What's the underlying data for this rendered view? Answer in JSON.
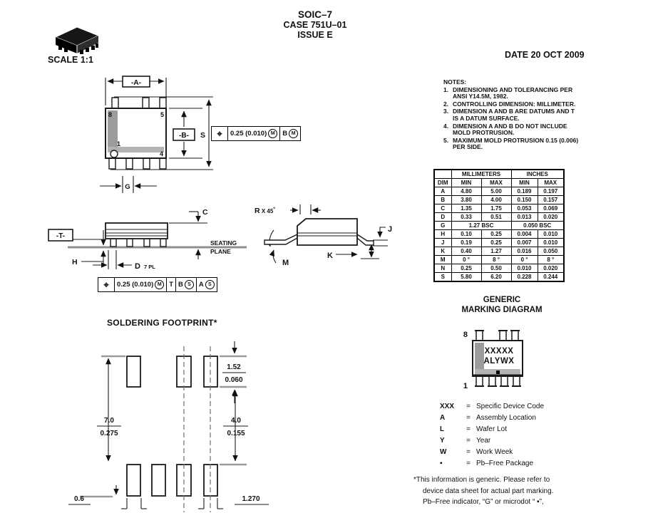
{
  "header": {
    "part": "SOIC–7",
    "case": "CASE 751U–01",
    "issue": "ISSUE E",
    "date": "DATE 20 OCT 2009",
    "scale": "SCALE 1:1"
  },
  "notes": {
    "label": "NOTES:",
    "nums": [
      "1.",
      "2.",
      "3.",
      "4.",
      "5."
    ],
    "items": [
      "DIMENSIONING AND TOLERANCING PER\nANSI Y14.5M, 1982.",
      "CONTROLLING DIMENSION: MILLIMETER.",
      "DIMENSION A AND B ARE DATUMS AND T\nIS A DATUM SURFACE.",
      "DIMENSION A AND B DO NOT INCLUDE\nMOLD PROTRUSION.",
      "MAXIMUM MOLD PROTRUSION 0.15 (0.006)\nPER SIDE."
    ]
  },
  "dim_table": {
    "group_headers": [
      "MILLIMETERS",
      "INCHES"
    ],
    "col_headers": [
      "DIM",
      "MIN",
      "MAX",
      "MIN",
      "MAX"
    ],
    "rows": [
      {
        "d": "A",
        "mm1": "4.80",
        "mm2": "5.00",
        "in1": "0.189",
        "in2": "0.197"
      },
      {
        "d": "B",
        "mm1": "3.80",
        "mm2": "4.00",
        "in1": "0.150",
        "in2": "0.157"
      },
      {
        "d": "C",
        "mm1": "1.35",
        "mm2": "1.75",
        "in1": "0.053",
        "in2": "0.069"
      },
      {
        "d": "D",
        "mm1": "0.33",
        "mm2": "0.51",
        "in1": "0.013",
        "in2": "0.020"
      },
      {
        "d": "G",
        "mm": "1.27 BSC",
        "in": "0.050 BSC"
      },
      {
        "d": "H",
        "mm1": "0.10",
        "mm2": "0.25",
        "in1": "0.004",
        "in2": "0.010"
      },
      {
        "d": "J",
        "mm1": "0.19",
        "mm2": "0.25",
        "in1": "0.007",
        "in2": "0.010"
      },
      {
        "d": "K",
        "mm1": "0.40",
        "mm2": "1.27",
        "in1": "0.016",
        "in2": "0.050"
      },
      {
        "d": "M",
        "mm1": "0 °",
        "mm2": "8 °",
        "in1": "0 °",
        "in2": "8 °"
      },
      {
        "d": "N",
        "mm1": "0.25",
        "mm2": "0.50",
        "in1": "0.010",
        "in2": "0.020"
      },
      {
        "d": "S",
        "mm1": "5.80",
        "mm2": "6.20",
        "in1": "0.228",
        "in2": "0.244"
      }
    ]
  },
  "top_view": {
    "a": "-A-",
    "b": "-B-",
    "s": "S",
    "g": "G",
    "pins": {
      "p8": "8",
      "p5": "5",
      "p1": "1",
      "p4": "4"
    }
  },
  "fcf1": {
    "sym": "⌖",
    "tol": "0.25 (0.010)",
    "m1": "M",
    "d1": "B",
    "m2": "M"
  },
  "fcf2": {
    "sym": "⌖",
    "tol": "0.25 (0.010)",
    "m1": "M",
    "d1": "T",
    "d2": "B",
    "s1": "S",
    "d3": "A",
    "s2": "S"
  },
  "side_view": {
    "c": "C",
    "h": "H",
    "d": "D",
    "d_qual": "7 PL",
    "t": "-T-",
    "seating1": "SEATING",
    "seating2": "PLANE"
  },
  "end_view": {
    "r": "R",
    "chamfer": " X 45",
    "deg": "°",
    "j": "J",
    "k": "K",
    "m": "M"
  },
  "footprint": {
    "title": "SOLDERING FOOTPRINT*",
    "dim_pad": {
      "mm": "1.52",
      "in": "0.060"
    },
    "dim_span": {
      "mm": "7.0",
      "in": "0.275"
    },
    "dim_inner": {
      "mm": "4.0",
      "in": "0.155"
    },
    "dim_left": "0.6",
    "dim_pitch": "1.270"
  },
  "marking": {
    "title1": "GENERIC",
    "title2": "MARKING DIAGRAM",
    "code1": "XXXXX",
    "code2": "ALYWX",
    "pin8": "8",
    "pin1": "1"
  },
  "legend": {
    "eq": "=",
    "items": [
      {
        "sym": "XXX",
        "desc": "Specific Device Code"
      },
      {
        "sym": "A",
        "desc": "Assembly Location"
      },
      {
        "sym": "L",
        "desc": "Wafer Lot"
      },
      {
        "sym": "Y",
        "desc": "Year"
      },
      {
        "sym": "W",
        "desc": "Work Week"
      },
      {
        "sym": "▪",
        "desc": "Pb–Free Package"
      }
    ]
  },
  "footnote": {
    "line1": "*This information is generic. Please refer to",
    "line2": "device data sheet for actual part marking.",
    "line3": "Pb–Free indicator, “G” or microdot “ ▪”,"
  },
  "colors": {
    "datum_gray": "#9c9c9c",
    "seating_gray": "#8f8f8f"
  }
}
